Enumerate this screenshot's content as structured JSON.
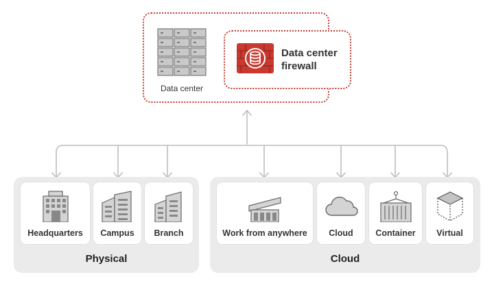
{
  "datacenter": {
    "label": "Data center",
    "firewall_line1": "Data center",
    "firewall_line2": "firewall",
    "server_icon": "server-rack-icon",
    "firewall_icon": "firewall-database-icon"
  },
  "colors": {
    "accent": "#c8392f",
    "connector": "#bdbdbd",
    "group_bg": "#ebebeb",
    "icon_gray": "#8a8a8a"
  },
  "groups": {
    "physical": {
      "label": "Physical",
      "items": [
        {
          "label": "Headquarters",
          "icon": "office-tower-icon"
        },
        {
          "label": "Campus",
          "icon": "campus-buildings-icon"
        },
        {
          "label": "Branch",
          "icon": "branch-building-icon"
        }
      ]
    },
    "cloud": {
      "label": "Cloud",
      "items": [
        {
          "label": "Work from anywhere",
          "icon": "remote-office-icon"
        },
        {
          "label": "Cloud",
          "icon": "cloud-icon"
        },
        {
          "label": "Container",
          "icon": "container-icon"
        },
        {
          "label": "Virtual",
          "icon": "virtual-cube-icon"
        }
      ]
    }
  }
}
